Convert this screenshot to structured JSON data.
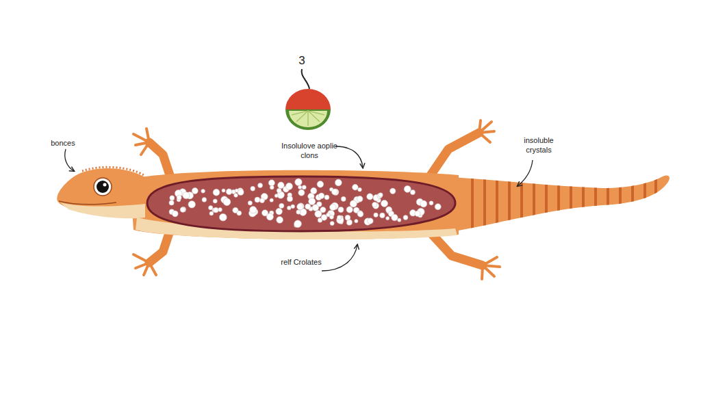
{
  "diagram": {
    "labels": [
      "3",
      "bonces",
      "Insolulove aoplie clons",
      "insoluble crystals",
      "relf Crolates"
    ]
  }
}
